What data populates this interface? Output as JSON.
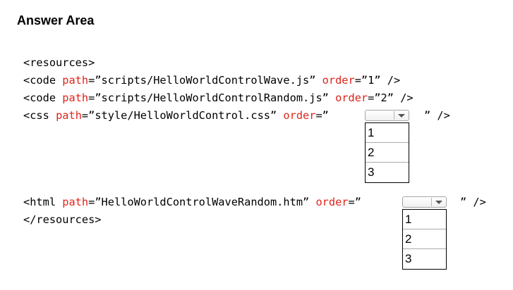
{
  "header": {
    "title": "Answer Area"
  },
  "code": {
    "l1": "<resources>",
    "l2": {
      "open": "<code ",
      "attr1": "path",
      "val1": "=”scripts/HelloWorldControlWave.js” ",
      "attr2": "order",
      "val2": "=”1” />"
    },
    "l3": {
      "open": "<code ",
      "attr1": "path",
      "val1": "=”scripts/HelloWorldControlRandom.js” ",
      "attr2": "order",
      "val2": "=”2” />"
    },
    "l4": {
      "open": "<css ",
      "attr1": "path",
      "val1": "=”style/HelloWorldControl.css” ",
      "attr2": "order",
      "val2": "=”",
      "tail": "” />"
    },
    "l5": {
      "open": "<html ",
      "attr1": "path",
      "val1": "=”HelloWorldControlWaveRandom.htm” ",
      "attr2": "order",
      "val2": "=”",
      "tail": "” />"
    },
    "l6": "</resources>"
  },
  "dropdown_css": {
    "selected": "",
    "options": [
      "1",
      "2",
      "3"
    ]
  },
  "dropdown_html": {
    "selected": "",
    "options": [
      "1",
      "2",
      "3"
    ]
  },
  "colors": {
    "attribute": "#e0231a",
    "text": "#000000"
  }
}
